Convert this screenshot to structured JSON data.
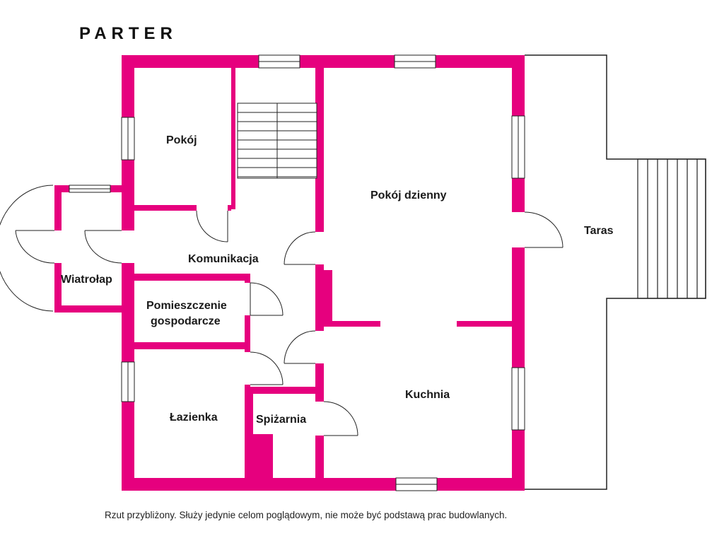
{
  "title": "PARTER",
  "rooms": {
    "pokoj": "Pokój",
    "pokoj_dzienny": "Pokój dzienny",
    "komunikacja": "Komunikacja",
    "wiatrolap": "Wiatrołap",
    "pomieszczenie_line1": "Pomieszczenie",
    "pomieszczenie_line2": "gospodarcze",
    "kuchnia": "Kuchnia",
    "lazienka": "Łazienka",
    "spizarnia": "Spiżarnia",
    "taras": "Taras"
  },
  "footer_note": "Rzut przybliżony. Służy jedynie celom poglądowym, nie może być podstawą prac budowlanych.",
  "colors": {
    "wall": "#e6007e",
    "line": "#222222",
    "window_fill": "#ffffff"
  }
}
